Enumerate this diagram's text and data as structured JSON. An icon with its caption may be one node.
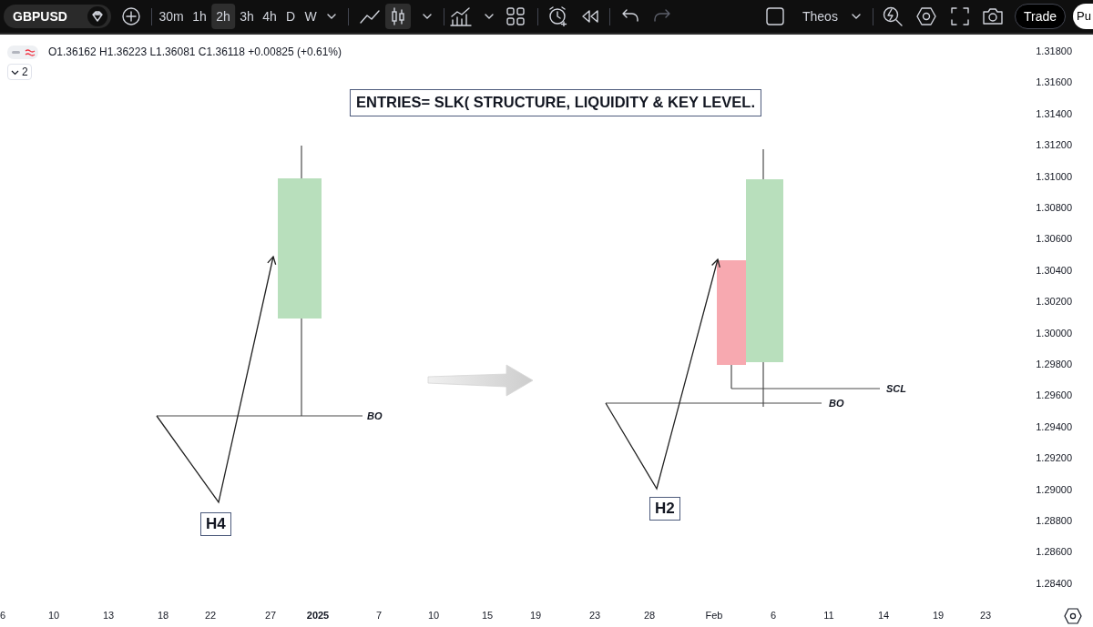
{
  "diagram": {
    "title": "ENTRIES= SLK( STRUCTURE, LIQUIDITY & KEY LEVEL.",
    "nodes": [
      {
        "text": [
          "H4"
        ]
      },
      {
        "text": [
          "H2"
        ]
      }
    ],
    "labels": [
      "GBPUSD",
      "30m",
      "1h",
      "2h",
      "3h",
      "4h",
      "D",
      "W",
      "Theos",
      "Trade",
      "Pu",
      "O1.36162 H1.36223 L1.36081 C1.36118 +0.00825 (+0.61%)",
      "2",
      "BO",
      "SCL",
      "BO",
      "1.31800",
      "1.31600",
      "1.31400",
      "1.31200",
      "1.31000",
      "1.30800",
      "1.30600",
      "1.30400",
      "1.30200",
      "1.30000",
      "1.29800",
      "1.29600",
      "1.29400",
      "1.29200",
      "1.29000",
      "1.28800",
      "1.28600",
      "1.28400",
      "6",
      "10",
      "13",
      "18",
      "22",
      "27",
      "2025",
      "7",
      "10",
      "15",
      "19",
      "23",
      "28",
      "Feb",
      "6",
      "11",
      "14",
      "19",
      "23"
    ]
  }
}
